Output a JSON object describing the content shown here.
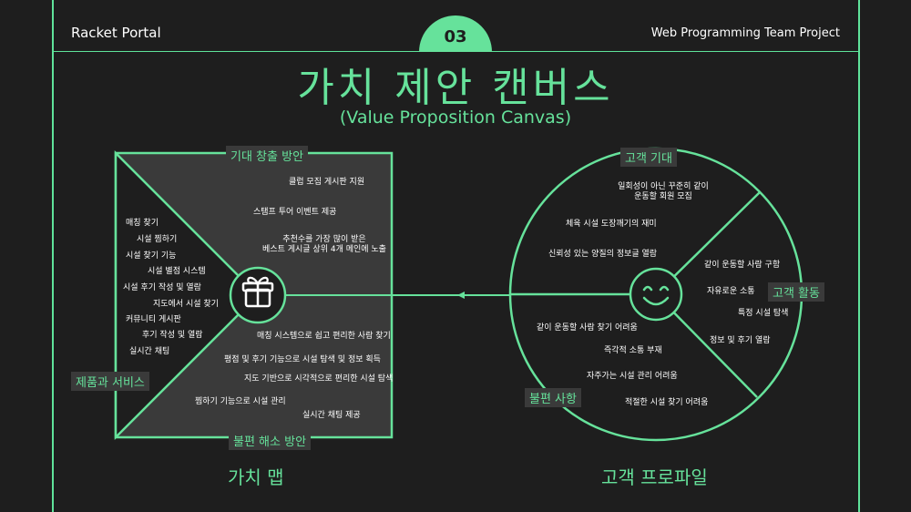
{
  "header": {
    "brand": "Racket Portal",
    "project": "Web Programming Team Project",
    "page_number": "03"
  },
  "title": "가치 제안 캔버스",
  "subtitle": "(Value Proposition Canvas)",
  "value_map": {
    "caption": "가치 맵",
    "gain_creators_label": "기대 창출 방안",
    "pain_relievers_label": "불편 해소 방안",
    "products_label": "제품과 서비스",
    "gain_creators": [
      "클럽 모집 게시판 지원",
      "스탬프 투어 이벤트 제공",
      "추천수를 가장 많이 받은",
      "베스트 게시글 상위 4개 메인에 노출"
    ],
    "products": [
      "매칭 찾기",
      "시설 찜하기",
      "시설 찾기 기능",
      "시설 별점 시스템",
      "시설 후기 작성 및 열람",
      "지도에서 시설 찾기",
      "커뮤니티 게시판",
      "후기 작성 및 열람",
      "실시간 채팅"
    ],
    "pain_relievers": [
      "매칭 시스템으로 쉽고 편리한 사람 찾기",
      "평점 및 후기 기능으로 시설 탐색 및 정보 획득",
      "지도 기반으로 시각적으로 편리한 시설 탐색",
      "찜하기 기능으로 시설 관리",
      "실시간 채팅 제공"
    ]
  },
  "customer_profile": {
    "caption": "고객 프로파일",
    "gains_label": "고객 기대",
    "jobs_label": "고객 활동",
    "pains_label": "불편 사항",
    "gains": [
      "일회성이 아닌 꾸준히 같이",
      "운동할 회원 모집",
      "체육 시설 도장깨기의 재미",
      "신뢰성 있는 양질의 정보글 열람"
    ],
    "jobs": [
      "같이 운동할 사람 구함",
      "자유로운 소통",
      "특정 시설 탐색",
      "정보 및 후기 열람"
    ],
    "pains": [
      "같이 운동할 사람 찾기 어려움",
      "즉각적 소통 부재",
      "자주가는 시설 관리 어려움",
      "적절한 시설 찾기 어려움"
    ]
  },
  "colors": {
    "accent": "#66e29b",
    "background": "#1e1e1e",
    "panel": "#3a3a3a"
  },
  "icons": {
    "value_map_center": "gift-icon",
    "customer_center": "smiley-icon"
  }
}
